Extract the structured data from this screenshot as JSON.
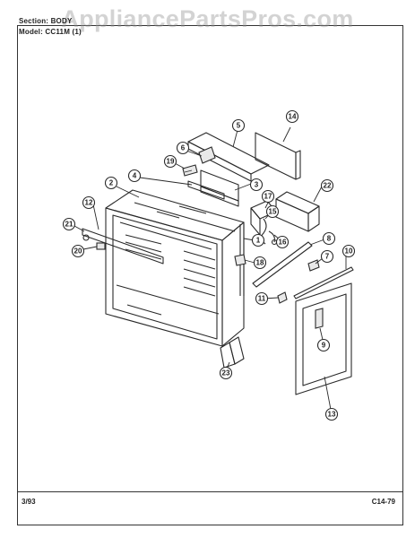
{
  "header": {
    "section_line": "Section: BODY",
    "model_line": "Model: CC11M (1)"
  },
  "watermark": "AppliancePartsPros.com",
  "footer": {
    "date": "3/93",
    "code": "C14-79"
  },
  "callouts": [
    "1",
    "2",
    "3",
    "4",
    "5",
    "6",
    "7",
    "8",
    "9",
    "10",
    "11",
    "12",
    "13",
    "14",
    "15",
    "16",
    "17",
    "18",
    "19",
    "20",
    "21",
    "22",
    "23"
  ]
}
